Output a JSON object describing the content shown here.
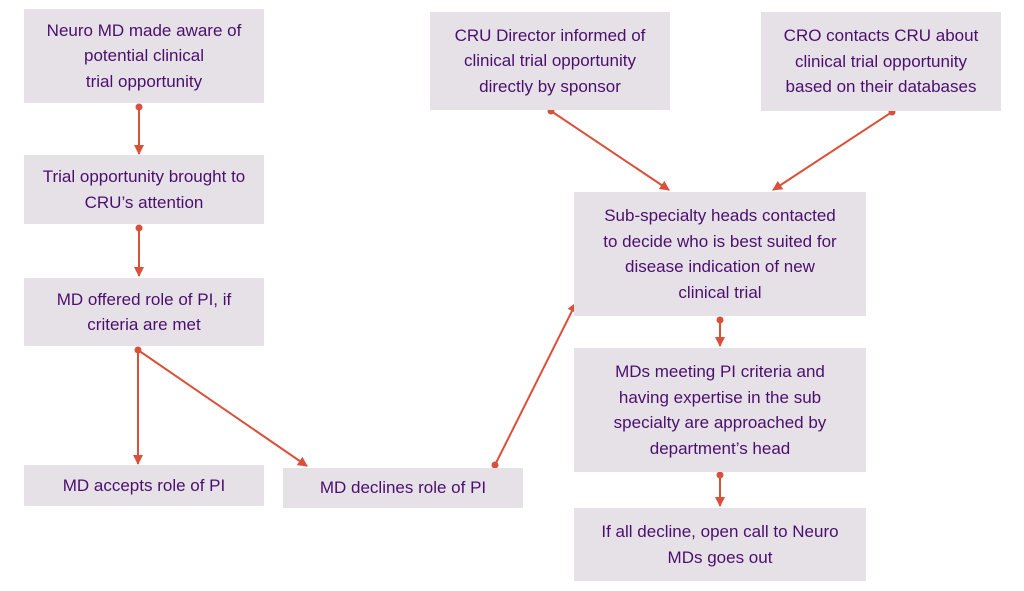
{
  "colors": {
    "box_fill": "#e6e1e6",
    "text": "#4b0f6e",
    "arrow": "#d9513a"
  },
  "nodes": {
    "neuro_md_aware": "Neuro MD made aware of\npotential clinical\ntrial opportunity",
    "trial_to_cru": "Trial opportunity brought to\nCRU’s attention",
    "md_offered_pi": "MD offered role of PI, if\ncriteria are met",
    "md_accepts_pi": "MD accepts role of PI",
    "md_declines_pi": "MD declines role of PI",
    "cru_director_informed": "CRU Director informed of\nclinical trial opportunity\ndirectly by sponsor",
    "cro_contacts_cru": "CRO contacts CRU about\nclinical trial opportunity\nbased on their databases",
    "subspecialty_heads": "Sub-specialty heads contacted\nto decide who is best suited for\ndisease indication of new\nclinical trial",
    "mds_meeting_criteria": "MDs meeting PI criteria and\nhaving expertise in the sub\nspecialty are approached by\ndepartment’s head",
    "open_call": "If all decline, open call to Neuro\nMDs goes out"
  }
}
